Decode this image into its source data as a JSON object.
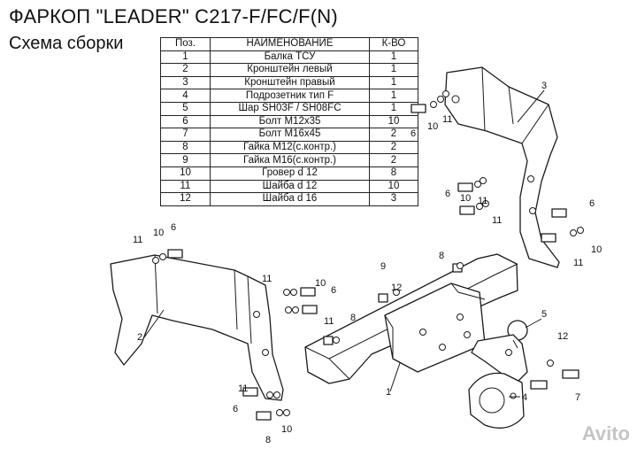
{
  "header": {
    "title": "ФАРКОП \"LEADER\" C217-F/FC/F(N)",
    "subtitle": "Схема сборки"
  },
  "parts_table": {
    "headers": [
      "Поз.",
      "НАИМЕНОВАНИЕ",
      "К-ВО"
    ],
    "rows": [
      [
        "1",
        "Балка ТСУ",
        "1"
      ],
      [
        "2",
        "Кронштейн левый",
        "1"
      ],
      [
        "3",
        "Кронштейн правый",
        "1"
      ],
      [
        "4",
        "Подрозетник тип F",
        "1"
      ],
      [
        "5",
        "Шар SH03F / SH08FC",
        "1"
      ],
      [
        "6",
        "Болт М12х35",
        "10"
      ],
      [
        "7",
        "Болт М16х45",
        "2"
      ],
      [
        "8",
        "Гайка М12(с.контр.)",
        "2"
      ],
      [
        "9",
        "Гайка  М16(с.контр.)",
        "2"
      ],
      [
        "10",
        "Гровер d 12",
        "8"
      ],
      [
        "11",
        "Шайба d 12",
        "10"
      ],
      [
        "12",
        "Шайба d 16",
        "3"
      ]
    ]
  },
  "callouts": [
    "1",
    "2",
    "3",
    "4",
    "5",
    "6",
    "6",
    "6",
    "6",
    "6",
    "6",
    "7",
    "8",
    "8",
    "8",
    "9",
    "10",
    "10",
    "10",
    "10",
    "10",
    "10",
    "11",
    "11",
    "11",
    "11",
    "11",
    "11",
    "11",
    "11",
    "12",
    "12"
  ],
  "watermark": "Avito"
}
